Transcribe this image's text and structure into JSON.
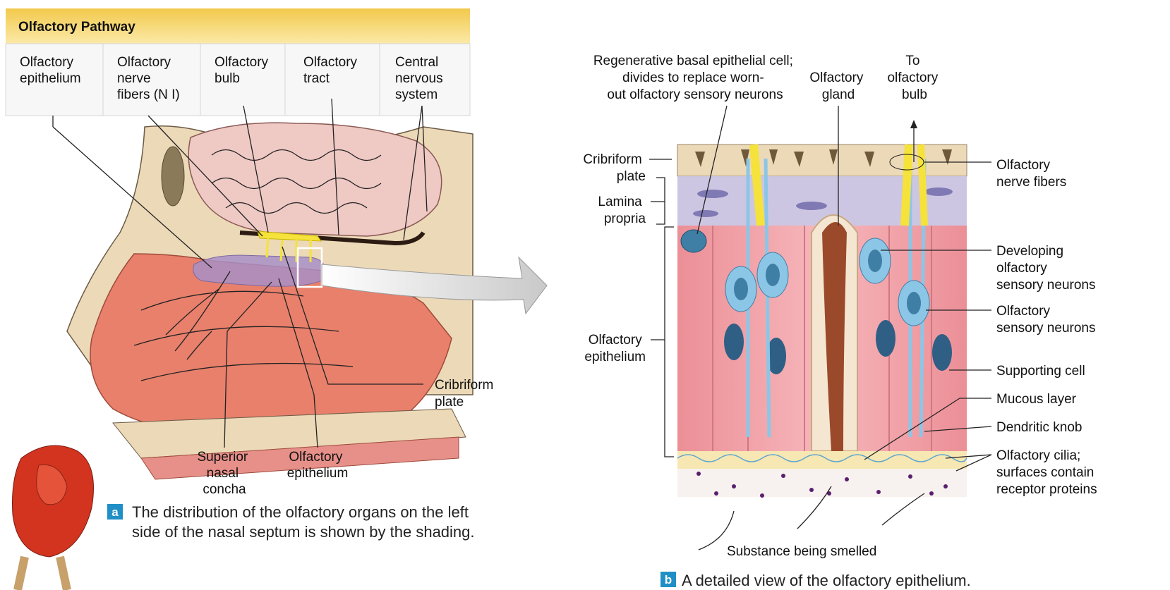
{
  "panel_a": {
    "table_header": "Olfactory Pathway",
    "pathway_cells": [
      [
        "Olfactory",
        "epithelium"
      ],
      [
        "Olfactory",
        "nerve",
        "fibers (N I)"
      ],
      [
        "Olfactory",
        "bulb"
      ],
      [
        "Olfactory",
        "tract"
      ],
      [
        "Central",
        "nervous",
        "system"
      ]
    ],
    "labels": {
      "cribriform_plate": [
        "Cribriform",
        "plate"
      ],
      "superior_nasal_concha": [
        "Superior",
        "nasal",
        "concha"
      ],
      "olfactory_epithelium": [
        "Olfactory",
        "epithelium"
      ]
    },
    "caption_letter": "a",
    "caption": [
      "The distribution of the olfactory organs on the left",
      "side of the nasal septum is shown by the shading."
    ]
  },
  "panel_b": {
    "top_labels": {
      "basal_cell": [
        "Regenerative basal epithelial cell;",
        "divides to replace worn-",
        "out olfactory sensory neurons"
      ],
      "gland": [
        "Olfactory",
        "gland"
      ],
      "to_bulb": [
        "To",
        "olfactory",
        "bulb"
      ]
    },
    "left_labels": {
      "cribriform_plate": [
        "Cribriform",
        "plate"
      ],
      "lamina_propria": [
        "Lamina",
        "propria"
      ],
      "olfactory_epithelium": [
        "Olfactory",
        "epithelium"
      ]
    },
    "right_labels": {
      "nerve_fibers": [
        "Olfactory",
        "nerve fibers"
      ],
      "developing": [
        "Developing",
        "olfactory",
        "sensory neurons"
      ],
      "sensory_neurons": [
        "Olfactory",
        "sensory neurons"
      ],
      "supporting_cell": [
        "Supporting cell"
      ],
      "mucous_layer": [
        "Mucous layer"
      ],
      "dendritic_knob": [
        "Dendritic knob"
      ],
      "cilia": [
        "Olfactory cilia;",
        "surfaces contain",
        "receptor proteins"
      ]
    },
    "bottom_label": "Substance being smelled",
    "caption_letter": "b",
    "caption": "A detailed view of the olfactory epithelium."
  },
  "colors": {
    "header_band": "#f7d46a",
    "badge": "#1f8fc6",
    "tissue_pink": "#f2a3a8",
    "neuron_blue": "#8cc6e6",
    "nucleus": "#3f7fa6",
    "nerve_yellow": "#f5e23a",
    "gland_brown": "#9a4a2a",
    "bone": "#ecd9b8"
  }
}
